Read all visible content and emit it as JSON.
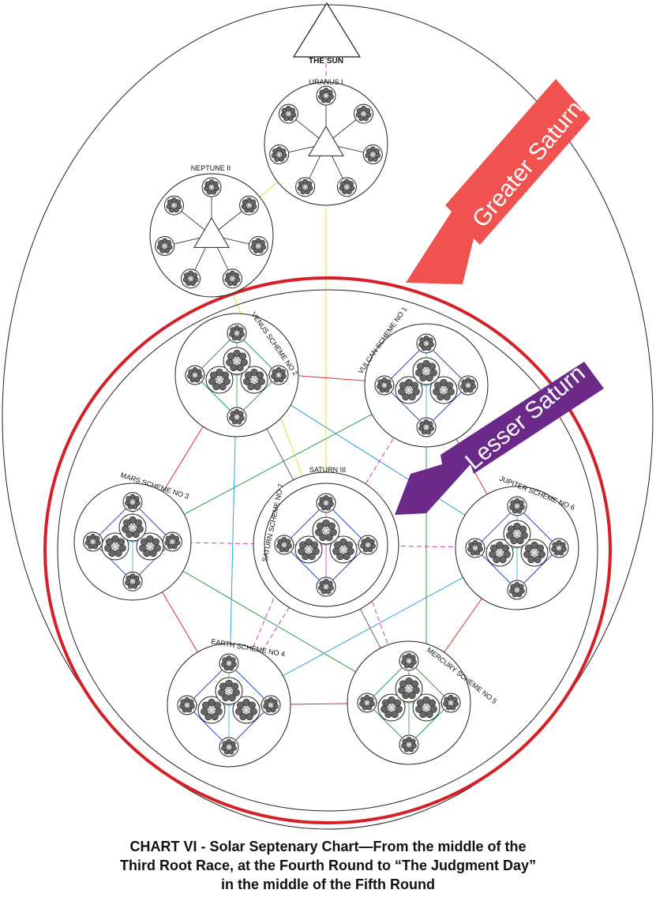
{
  "labels": {
    "sun": "THE SUN",
    "uranus": "URANUS I",
    "neptune": "NEPTUNE II",
    "venus": "VENUS SCHEME NO 2",
    "vulcan": "VULCAN SCHEME NO 1",
    "mars": "MARS SCHEME NO 3",
    "saturn": "SATURN III",
    "saturn_scheme": "SATURN SCHEME NO 7",
    "jupiter": "JUPITER SCHEME NO 6",
    "earth": "EARTH SCHEME NO 4",
    "mercury": "MERCURY SCHEME NO 5"
  },
  "arrows": {
    "greater": "Greater Saturn",
    "lesser": "Lesser Saturn"
  },
  "caption": {
    "line1": "CHART VI - Solar Septenary Chart—From the middle of the",
    "line2": "Third Root Race, at the Fourth Round to “The Judgment Day”",
    "line3": "in the middle of the Fifth Round"
  },
  "colors": {
    "greater_arrow": "#f0524f",
    "lesser_arrow": "#6b2a8a",
    "red_oval": "#d42027",
    "red_line": "#e03030",
    "green_line": "#2a9d4a",
    "cyan_line": "#2aa6d8",
    "blue_line": "#2b4bb8",
    "yellow_line": "#e8dc3a",
    "magenta_line": "#d03cb0"
  }
}
